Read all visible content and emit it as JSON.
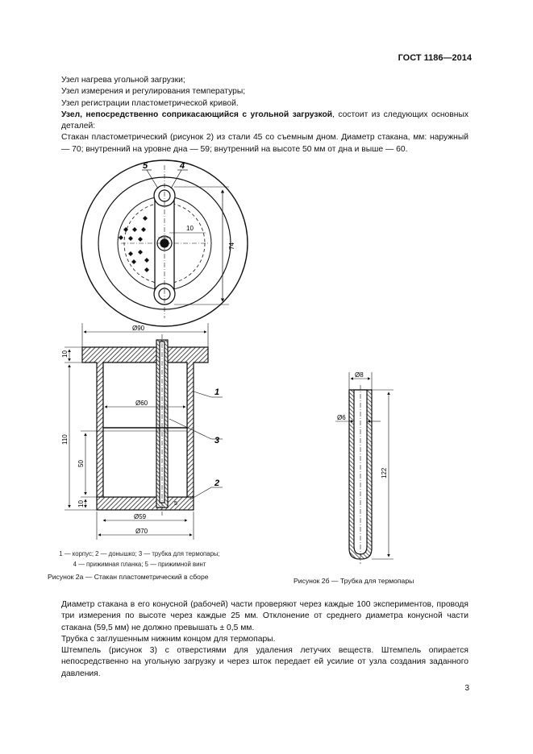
{
  "header": {
    "standard": "ГОСТ 1186—2014"
  },
  "intro": {
    "lines": [
      "Узел нагрева угольной загрузки;",
      "Узел измерения и регулирования температуры;",
      "Узел регистрации пластометрической кривой."
    ],
    "bold_lead": "Узел, непосредственно соприкасающийся с угольной загрузкой",
    "bold_tail": ", состоит из следующих основных деталей:",
    "paragraph": "Стакан пластометрический (рисунок 2) из стали 45 со съемным дном. Диаметр стакана, мм: наружный — 70; внутренний на уровне дна — 59; внутренний на высоте 50 мм от дна и выше — 60."
  },
  "figure_top": {
    "callout_5": "5",
    "callout_4": "4",
    "dim_10": "10",
    "dim_74": "74"
  },
  "figure_2a": {
    "d90": "Ø90",
    "d60": "Ø60",
    "d59": "Ø59",
    "d70": "Ø70",
    "h10_top": "10",
    "h110": "110",
    "h50": "50",
    "h10_bot": "10",
    "w5": "5",
    "callout_1": "1",
    "callout_2": "2",
    "callout_3": "3",
    "legend_line1": "1 — корпус; 2 — донышко; 3 — трубка для термопары;",
    "legend_line2": "4 — прижимная планка; 5 — прижимной винт",
    "caption": "Рисунок 2а — Стакан пластометрический в сборе"
  },
  "figure_2b": {
    "d8": "Ø8",
    "d6": "Ø6",
    "h122": "122",
    "caption": "Рисунок 2б — Трубка для термопары"
  },
  "body_after": {
    "p1": "Диаметр стакана в его конусной (рабочей) части проверяют через каждые 100 экспериментов, проводя три измерения по высоте через каждые 25 мм. Отклонение от среднего диаметра конусной части стакана (59,5 мм) не должно превышать ± 0,5 мм.",
    "p2": "Трубка с заглушенным нижним концом для термопары.",
    "p3": "Штемпель (рисунок 3) с отверстиями для удаления летучих веществ. Штемпель опирается непосредственно на угольную загрузку и через шток передает ей усилие от узла создания заданного давления."
  },
  "page_number": "3"
}
